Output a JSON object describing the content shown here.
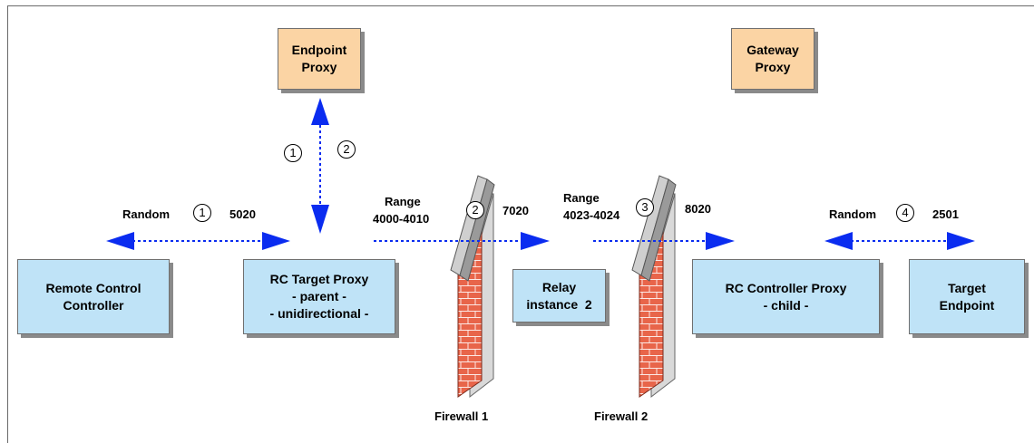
{
  "boxes": {
    "endpoint_proxy": [
      "Endpoint",
      "Proxy"
    ],
    "gateway_proxy": [
      "Gateway",
      "Proxy"
    ],
    "remote_control_controller": [
      "Remote Control",
      "Controller"
    ],
    "rc_target_proxy": [
      "RC Target Proxy",
      "- parent -",
      "- unidirectional -"
    ],
    "relay_instance": [
      "Relay",
      "instance  2"
    ],
    "rc_controller_proxy": [
      "RC Controller Proxy",
      "- child -"
    ],
    "target_endpoint": [
      "Target",
      "Endpoint"
    ]
  },
  "labels": {
    "random_left": "Random",
    "port_5020": "5020",
    "range_left_title": "Range",
    "range_left_value": "4000-4010",
    "port_7020": "7020",
    "range_right_title": "Range",
    "range_right_value": "4023-4024",
    "port_8020": "8020",
    "random_right": "Random",
    "port_2501": "2501",
    "firewall_1": "Firewall 1",
    "firewall_2": "Firewall 2"
  },
  "steps": {
    "step_random_left": "1",
    "step_vertical_a": "1",
    "step_vertical_b": "2",
    "step_firewall_1": "2",
    "step_firewall_2": "3",
    "step_random_right": "4"
  },
  "colors": {
    "box_blue": "#bfe3f7",
    "box_orange": "#fbd4a4",
    "arrow_blue": "#0a2cf0",
    "firewall_brick": "#e8654a",
    "firewall_top": "#c8c8c8"
  }
}
